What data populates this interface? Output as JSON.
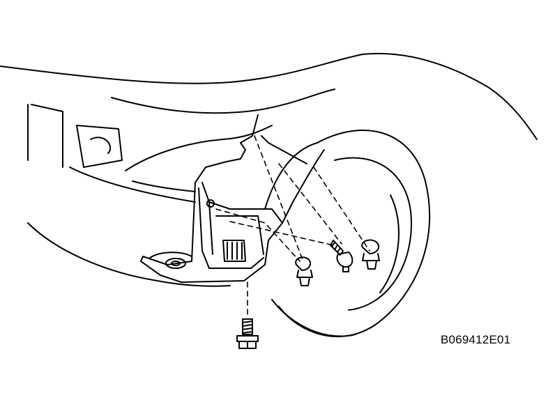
{
  "figure": {
    "code": "B069412E01",
    "line_color": "#000000",
    "background": "#ffffff"
  },
  "parts": [
    {
      "name": "fender-liner-splash-shield",
      "icon": "fender-liner-icon"
    },
    {
      "name": "bolt",
      "icon": "bolt-icon"
    },
    {
      "name": "screw",
      "icon": "screw-icon"
    },
    {
      "name": "clip",
      "icon": "clip-icon",
      "count": 2
    }
  ]
}
